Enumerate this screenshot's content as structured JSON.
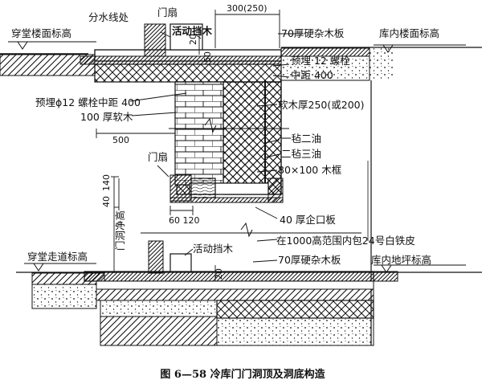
{
  "caption": "图 6—58  冷库门门洞顶及洞底构造",
  "labels": {
    "fen_shui": "分水线处",
    "men_shan_top": "门扇",
    "huo_dong_dang_mu_top": "活动挡木",
    "dim_300_250": "300(250)",
    "chuan_tang_lou_mian": "穿堂楼面标高",
    "ying_za_mu_ban_top": "70厚硬杂木板",
    "ku_nei_lou_mian": "库内楼面标高",
    "dim_20_top": "20",
    "dim_50_top": "50",
    "yu_mai_luo_shuan_right": "预埋  12 螺栓",
    "zhong_ju_400_right": "中距 400",
    "yu_mai_luo_shuan_left": "预埋ϕ12 螺栓中距 400",
    "ruan_mu_100": "100 厚软木",
    "ruan_mu_hou": "软木厚250(或200)",
    "dim_500": "500",
    "yi_zhan_er_you": "一毡二油",
    "er_zhan_san_you": "二毡三油",
    "men_shan_mid": "门扇",
    "mu_kuang": "80×100 木框",
    "dim_40": "40",
    "dim_140": "140",
    "men_dong_jing_gao": "门洞净高",
    "dim_60_120": "60 120",
    "qi_kou_ban": "40 厚企口板",
    "bai_tie_pi": "在1000高范围内包24号白铁皮",
    "huo_dong_dang_mu_bottom": "活动挡木",
    "chuan_tang_zou_dao": "穿堂走道标高",
    "ying_za_mu_ban_bottom": "70厚硬杂木板",
    "ku_nei_di_ping": "库内地坪标高",
    "dim_20_bottom": "20"
  }
}
